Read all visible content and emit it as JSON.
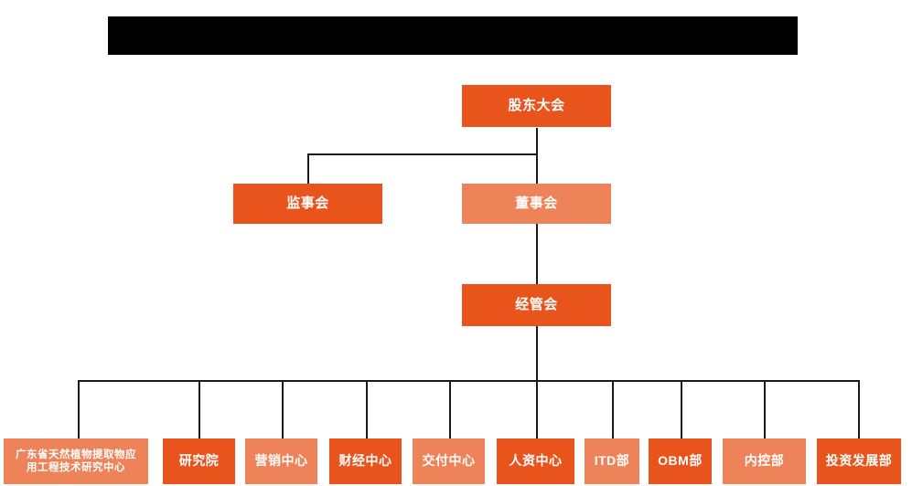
{
  "chart_data": {
    "type": "diagram",
    "title": "",
    "subtype": "organizational-chart",
    "orientation": "top-down",
    "colors": {
      "dark_orange": "#E9531C",
      "light_orange": "#EE8258",
      "connector": "#1a1a1a",
      "background": "#ffffff",
      "redacted_bar": "#000000",
      "node_text": "#ffffff"
    },
    "levels": [
      {
        "level": 1,
        "nodes": [
          "股东大会"
        ]
      },
      {
        "level": 2,
        "nodes": [
          "监事会",
          "董事会"
        ]
      },
      {
        "level": 3,
        "nodes": [
          "经管会"
        ]
      },
      {
        "level": 4,
        "nodes": [
          "广东省天然植物提取物应用工程技术研究中心",
          "研究院",
          "营销中心",
          "财经中心",
          "交付中心",
          "人资中心",
          "ITD部",
          "OBM部",
          "内控部",
          "投资发展部"
        ]
      }
    ],
    "edges": [
      {
        "from": "股东大会",
        "to": "监事会"
      },
      {
        "from": "股东大会",
        "to": "董事会"
      },
      {
        "from": "董事会",
        "to": "经管会"
      },
      {
        "from": "经管会",
        "to": "广东省天然植物提取物应用工程技术研究中心"
      },
      {
        "from": "经管会",
        "to": "研究院"
      },
      {
        "from": "经管会",
        "to": "营销中心"
      },
      {
        "from": "经管会",
        "to": "财经中心"
      },
      {
        "from": "经管会",
        "to": "交付中心"
      },
      {
        "from": "经管会",
        "to": "人资中心"
      },
      {
        "from": "经管会",
        "to": "ITD部"
      },
      {
        "from": "经管会",
        "to": "OBM部"
      },
      {
        "from": "经管会",
        "to": "内控部"
      },
      {
        "from": "经管会",
        "to": "投资发展部"
      }
    ]
  },
  "header": {
    "redacted_title": ""
  },
  "nodes": {
    "shareholders_meeting": {
      "label": "股东大会"
    },
    "board_of_supervisors": {
      "label": "监事会"
    },
    "board_of_directors": {
      "label": "董事会"
    },
    "management_committee": {
      "label": "经管会"
    }
  },
  "departments": [
    {
      "label_line1": "广东省天然植物提取物应",
      "label_line2": "用工程技术研究中心"
    },
    {
      "label": "研究院"
    },
    {
      "label": "营销中心"
    },
    {
      "label": "财经中心"
    },
    {
      "label": "交付中心"
    },
    {
      "label": "人资中心"
    },
    {
      "label": "ITD部"
    },
    {
      "label": "OBM部"
    },
    {
      "label": "内控部"
    },
    {
      "label": "投资发展部"
    }
  ]
}
